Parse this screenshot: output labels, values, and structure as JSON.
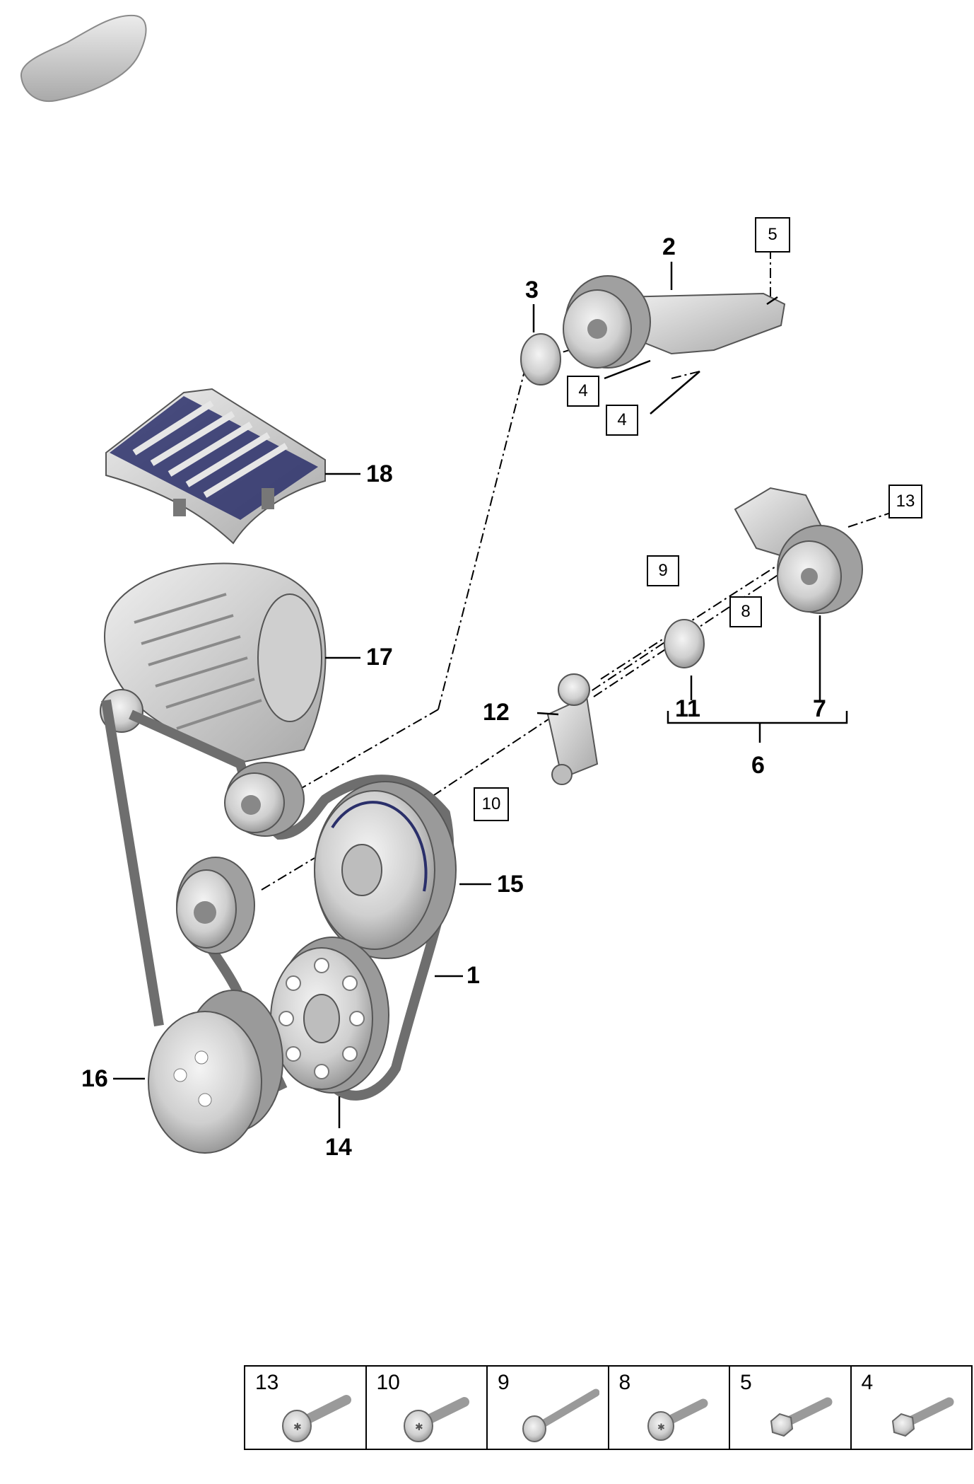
{
  "callouts": {
    "c1": "1",
    "c2": "2",
    "c3": "3",
    "c6": "6",
    "c7": "7",
    "c11": "11",
    "c12": "12",
    "c14": "14",
    "c15": "15",
    "c16": "16",
    "c17": "17",
    "c18": "18"
  },
  "boxed_refs": {
    "b5": "5",
    "b4a": "4",
    "b4b": "4",
    "b13": "13",
    "b9": "9",
    "b8": "8",
    "b10": "10"
  },
  "legend": [
    {
      "num": "13",
      "icon": "torx-bolt-icon"
    },
    {
      "num": "10",
      "icon": "torx-bolt-icon"
    },
    {
      "num": "9",
      "icon": "long-bolt-icon"
    },
    {
      "num": "8",
      "icon": "torx-bolt-icon"
    },
    {
      "num": "5",
      "icon": "flange-bolt-icon"
    },
    {
      "num": "4",
      "icon": "flange-bolt-icon"
    }
  ],
  "colors": {
    "part_gray": "#d4d4d4",
    "part_shadow": "#9a9a9a",
    "accent_navy": "#2a2f6a"
  }
}
